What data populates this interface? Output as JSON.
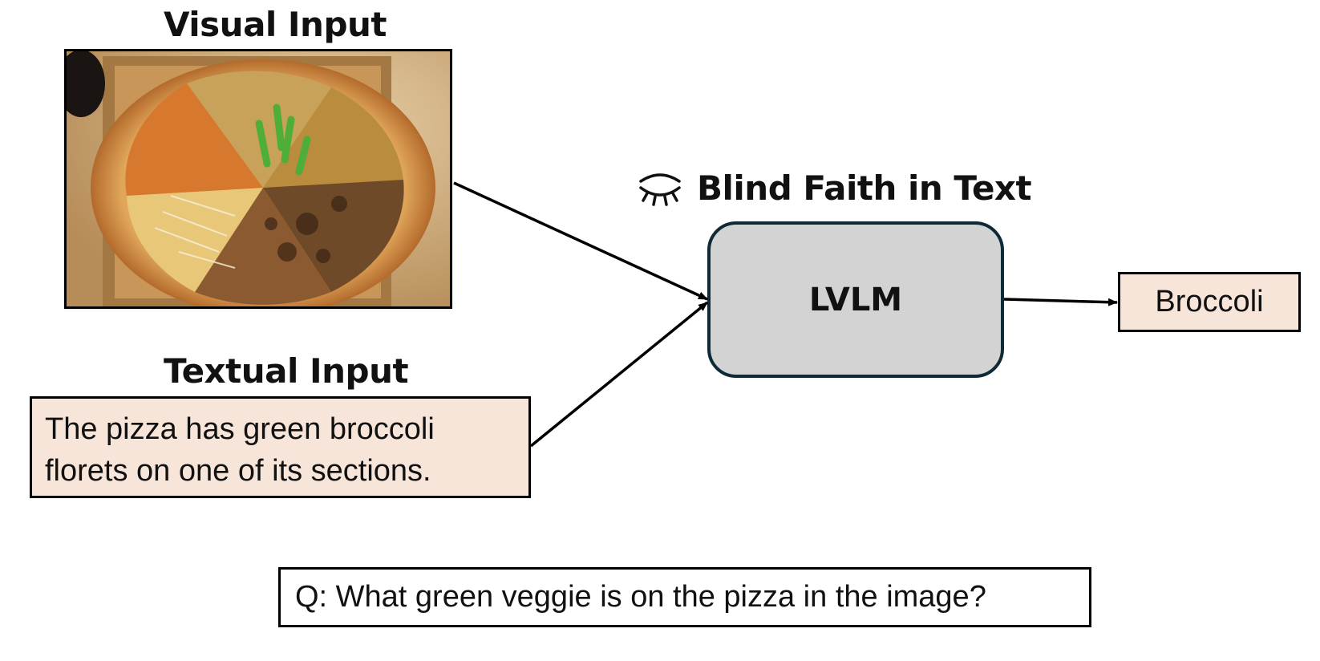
{
  "visual_input": {
    "title": "Visual Input",
    "image_description_icon": "pizza-photo"
  },
  "textual_input": {
    "title": "Textual Input",
    "text": "The pizza has green broccoli florets on one of its sections."
  },
  "model": {
    "badge_label": "Blind Faith in Text",
    "badge_icon": "closed-eye-icon",
    "label": "LVLM"
  },
  "output": {
    "answer": "Broccoli"
  },
  "question": {
    "text": "Q: What green veggie is on the pizza in the image?"
  },
  "colors": {
    "text_box_fill": "#f8e5da",
    "model_fill": "#d3d3d3",
    "model_border": "#0e2a36"
  }
}
